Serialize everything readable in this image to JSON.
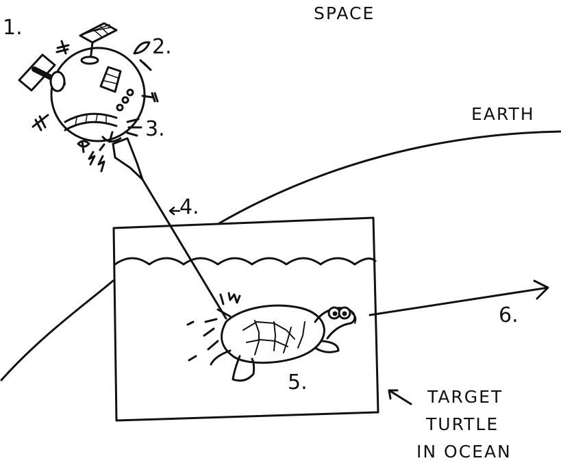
{
  "title": "SPACE",
  "earth_label": "EARTH",
  "steps": [
    "1.",
    "2.",
    "3.",
    "4.",
    "5.",
    "6."
  ],
  "target_caption": [
    "TARGET",
    "TURTLE",
    "IN OCEAN"
  ],
  "colors": {
    "ink": "#111111",
    "background": "#ffffff"
  },
  "icons": [
    "satellite",
    "solar-panel",
    "antenna",
    "thruster",
    "laser-beam",
    "turtle",
    "arrow"
  ]
}
